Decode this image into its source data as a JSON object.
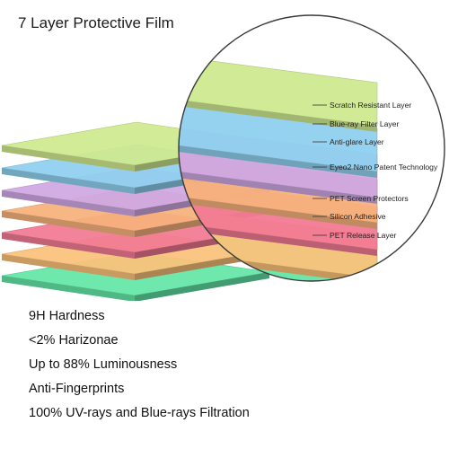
{
  "title": "7 Layer Protective Film",
  "layers": [
    {
      "label": "Scratch Resistant Layer",
      "color": "#cfe98f"
    },
    {
      "label": "Blue-ray Filter Layer",
      "color": "#8fd0ef"
    },
    {
      "label": "Anti-glare Layer",
      "color": "#cfa8e3"
    },
    {
      "label": "Eyeo2 Nano Patent Technology",
      "color": "#f6b27c"
    },
    {
      "label": "PET Screen Protectors",
      "color": "#f27a93"
    },
    {
      "label": "Silicon Adhesive",
      "color": "#fbc27a"
    },
    {
      "label": "PET Release Layer",
      "color": "#63e6a6"
    }
  ],
  "features": [
    "9H Hardness",
    "<2% Harizonae",
    "Up to 88% Luminousness",
    "Anti-Fingerprints",
    "100% UV-rays and Blue-rays Filtration"
  ]
}
